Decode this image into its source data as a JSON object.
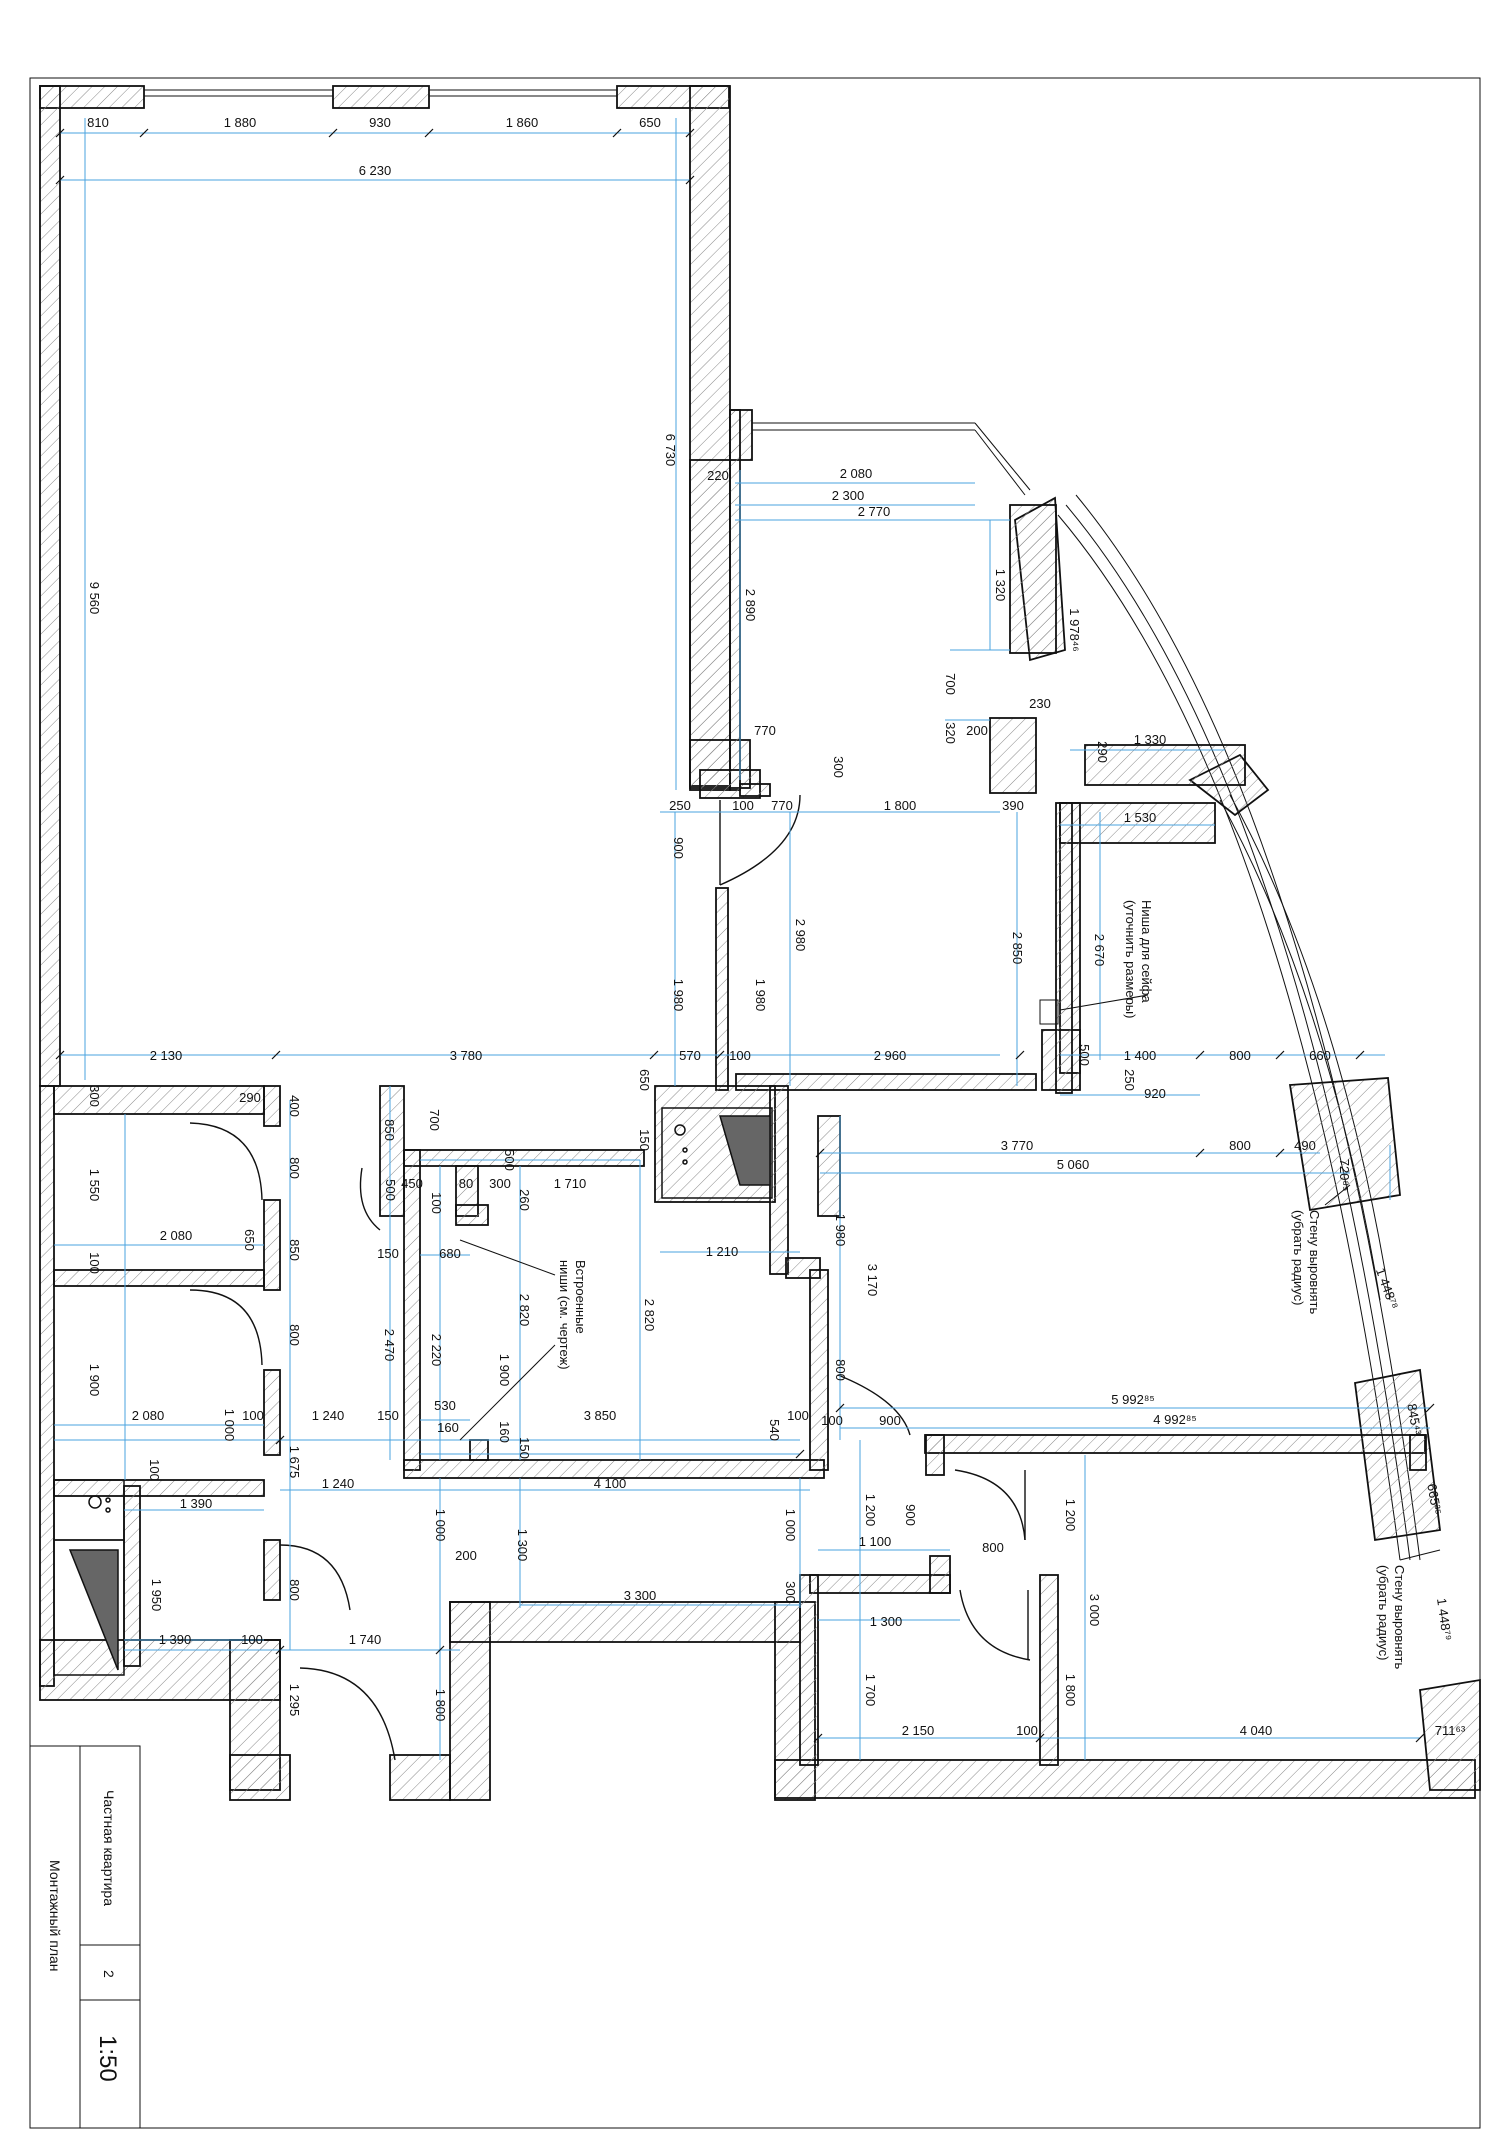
{
  "colors": {
    "wall": "#111111",
    "hatch": "#8a8a8a",
    "dimension": "#4aa3df",
    "text": "#111111",
    "background": "#ffffff"
  },
  "title_block": {
    "project": "Частная квартира",
    "sheet_number": "2",
    "scale": "1:50",
    "sheet_title": "Монтажный план"
  },
  "notes": {
    "safe_niche_line1": "Ниша для сейфа",
    "safe_niche_line2": "(уточнить размеры)",
    "built_in_niche_line1": "Встроенные",
    "built_in_niche_line2": "ниши (см. чертеж)",
    "straighten_wall_upper_line1": "Стену выровнять",
    "straighten_wall_upper_line2": "(убрать радиус)",
    "straighten_wall_lower_line1": "Стену выровнять",
    "straighten_wall_lower_line2": "(убрать радиус)"
  },
  "dimensions": {
    "top_810": "810",
    "top_1880": "1 880",
    "top_930": "930",
    "top_1860": "1 860",
    "top_650": "650",
    "top_6230": "6 230",
    "left_9560": "9 560",
    "mid_6730": "6 730",
    "bed_220": "220",
    "bed_2080": "2 080",
    "bed_2300": "2 300",
    "bed_2770": "2 770",
    "bed_1320": "1 320",
    "bed_2890": "2 890",
    "bed_1978": "1 978⁴⁶",
    "bed_700": "700",
    "bed_230": "230",
    "bed_320": "320",
    "bed_200": "200",
    "bed_770": "770",
    "bed_300": "300",
    "bed_290": "290",
    "bed_1330": "1 330",
    "row_250": "250",
    "row_100": "100",
    "row_770": "770",
    "row_1800": "1 800",
    "row_390": "390",
    "row_1530": "1 530",
    "v_900": "900",
    "v_2980": "2 980",
    "v_2850": "2 850",
    "v_2670": "2 670",
    "v_1980a": "1 980",
    "v_1980b": "1 980",
    "h_2130": "2 130",
    "h_3780": "3 780",
    "h_650": "650",
    "h_570": "570",
    "h_100": "100",
    "h_2960": "2 960",
    "h_500": "500",
    "h_1400": "1 400",
    "h_800": "800",
    "h_660": "660",
    "h_250": "250",
    "h_920": "920",
    "wc_300": "300",
    "wc_290": "290",
    "wc_400": "400",
    "wc_1550": "1 550",
    "wc_800a": "800",
    "wc_850a": "850",
    "wc_700": "700",
    "wc_150a": "150",
    "wc_500": "500",
    "wc_450": "450",
    "wc_80": "80",
    "wc_300b": "300",
    "wc_260": "260",
    "wc_1710": "1 710",
    "wc_100a": "100",
    "wc_500b": "500",
    "wc_2080a": "2 080",
    "wc_650": "650",
    "wc_850b": "850",
    "wc_100b": "100",
    "wc_150b": "150",
    "wc_680": "680",
    "wc_1210": "1 210",
    "wc_2820a": "2 820",
    "wc_2820b": "2 820",
    "wc_1900a": "1 900",
    "wc_2470": "2 470",
    "wc_2220": "2 220",
    "wc_1900b": "1 900",
    "wc_800b": "800",
    "wc_2080b": "2 080",
    "wc_1000": "1 000",
    "wc_100c": "100",
    "wc_1240a": "1 240",
    "wc_150c": "150",
    "wc_530": "530",
    "wc_160a": "160",
    "wc_160b": "160",
    "wc_150d": "150",
    "wc_3850": "3 850",
    "wc_540": "540",
    "wc_100d": "100",
    "wc_1675": "1 675",
    "wc_100e": "100",
    "wc_1240b": "1 240",
    "wc_4100": "4 100",
    "lr_3770": "3 770",
    "lr_800": "800",
    "lr_490": "490",
    "lr_5060": "5 060",
    "lr_720": "720⁸⁵",
    "lr_1980": "1 980",
    "lr_3170": "3 170",
    "lr_1448a": "1 448⁷⁸",
    "lr_800b": "800",
    "lr_5992": "5 992⁸⁵",
    "lr_845": "845⁴³",
    "lr_100": "100",
    "lr_900": "900",
    "lr_4992": "4 992⁸⁵",
    "lr_665": "665³⁵",
    "k_1390a": "1 390",
    "k_1000a": "1 000",
    "k_1300": "1 300",
    "k_1000b": "1 000",
    "k_1200a": "1 200",
    "k_900": "900",
    "k_1200b": "1 200",
    "k_1100": "1 100",
    "k_800": "800",
    "k_1950": "1 950",
    "k_800b": "800",
    "k_200": "200",
    "k_3300": "3 300",
    "k_300": "300",
    "k_1300b": "1 300",
    "k_3000": "3 000",
    "k_1448b": "1 448⁷⁹",
    "k_1390b": "1 390",
    "k_100": "100",
    "k_1740": "1 740",
    "k_1800a": "1 800",
    "k_1700": "1 700",
    "k_1800b": "1 800",
    "k_1295": "1 295",
    "k_2150": "2 150",
    "k_100b": "100",
    "k_4040": "4 040",
    "k_711": "711⁶³"
  }
}
